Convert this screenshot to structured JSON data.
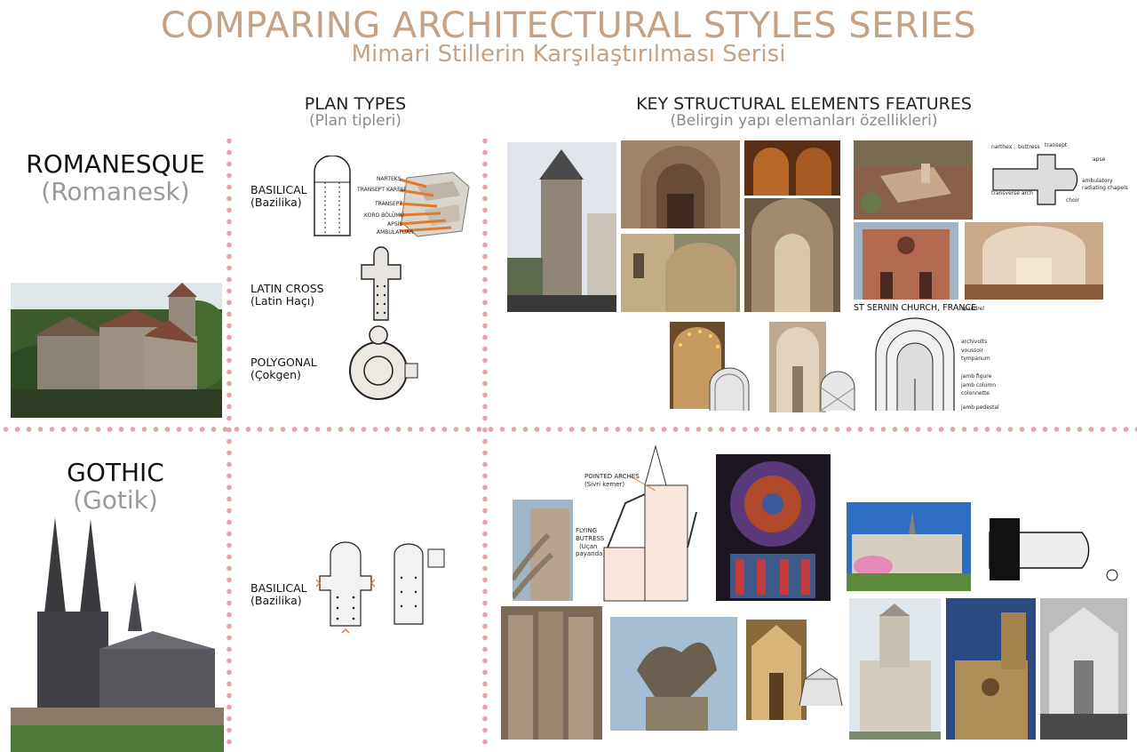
{
  "header": {
    "title": "COMPARING ARCHITECTURAL STYLES SERIES",
    "subtitle": "Mimari Stillerin Karşılaştırılması Serisi"
  },
  "columns": {
    "plan_types": {
      "title": "PLAN TYPES",
      "subtitle": "(Plan tipleri)"
    },
    "key_elements": {
      "title": "KEY STRUCTURAL ELEMENTS FEATURES",
      "subtitle": "(Belirgin yapı elemanları özellikleri)"
    }
  },
  "romanesque": {
    "name": "ROMANESQUE",
    "name_tr": "(Romanesk)",
    "plans": {
      "basilical": {
        "label": "BASILICAL",
        "label_tr": "(Bazilika)"
      },
      "latin_cross": {
        "label": "LATIN CROSS",
        "label_tr": "(Latin Haçı)"
      },
      "polygonal": {
        "label": "POLYGONAL",
        "label_tr": "(Çokgen)"
      }
    },
    "plan_annotations": [
      "NARTEKS",
      "TRANSEPT KARESİ",
      "TRANSEPT",
      "KORO BÖLÜMÜ",
      "APSİS",
      "AMBULATUAR"
    ],
    "caption": "ST SERNIN CHURCH, FRANCE",
    "diagram_terms": [
      "spandrel",
      "archivolts",
      "voussoir",
      "tympanum",
      "jamb figure",
      "jamb column",
      "colonnette",
      "jamb pedestal"
    ],
    "plan_terms": [
      "narthex",
      "buttress",
      "transept",
      "apse",
      "ambulatory",
      "radiating chapels",
      "transverse arch",
      "choir"
    ]
  },
  "gothic": {
    "name": "GOTHIC",
    "name_tr": "(Gotik)",
    "plans": {
      "basilical": {
        "label": "BASILICAL",
        "label_tr": "(Bazilika)"
      }
    },
    "section_labels": {
      "pointed": "POINTED ARCHES",
      "pointed_tr": "(Sivri kemer)",
      "flying": "FLYING",
      "buttress": "BUTRESS",
      "buttress_tr1": "(Uçan",
      "buttress_tr2": "payanda)"
    }
  },
  "colors": {
    "accent": "#c4a286",
    "dots": "#e7a3a7",
    "muted": "#9a9a9a",
    "plan_arrow": "#e07a2c"
  }
}
